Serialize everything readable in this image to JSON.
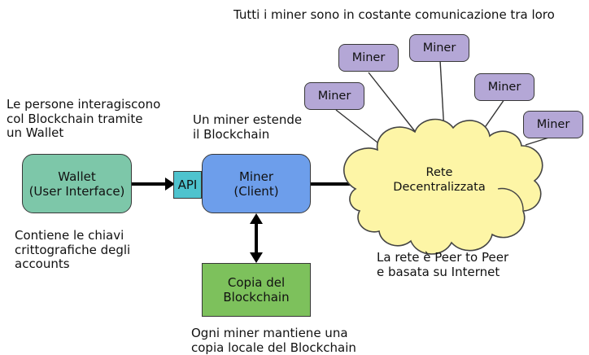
{
  "title": "Tutti i miner sono in costante comunicazione tra loro",
  "colors": {
    "wallet_fill": "#7dc7a9",
    "api_fill": "#4ec3ce",
    "miner_client_fill": "#6d9eeb",
    "copy_fill": "#7dc15c",
    "miner_node_fill": "#b4a7d6",
    "cloud_fill": "#fdf5a6",
    "outline": "#383838"
  },
  "nodes": {
    "wallet": {
      "title": "Wallet",
      "subtitle": "(User Interface)"
    },
    "api": {
      "label": "API"
    },
    "miner_client": {
      "title": "Miner",
      "subtitle": "(Client)"
    },
    "blockchain_copy": {
      "title": "Copia del",
      "subtitle": "Blockchain"
    },
    "network_cloud": {
      "title": "Rete",
      "subtitle": "Decentralizzata"
    }
  },
  "miner_nodes": [
    {
      "label": "Miner"
    },
    {
      "label": "Miner"
    },
    {
      "label": "Miner"
    },
    {
      "label": "Miner"
    },
    {
      "label": "Miner"
    }
  ],
  "annotations": {
    "wallet_note": {
      "line1": "Le persone interagiscono",
      "line2": "col Blockchain tramite",
      "line3": "un Wallet"
    },
    "keys_note": {
      "line1": "Contiene le chiavi",
      "line2": "crittografiche degli",
      "line3": "accounts"
    },
    "miner_note": {
      "line1": "Un miner estende",
      "line2": "il Blockchain"
    },
    "network_note": {
      "line1": "La rete è Peer to Peer",
      "line2": "e basata su Internet"
    },
    "copy_note": {
      "line1": "Ogni miner mantiene una",
      "line2": "copia locale del Blockchain"
    }
  }
}
